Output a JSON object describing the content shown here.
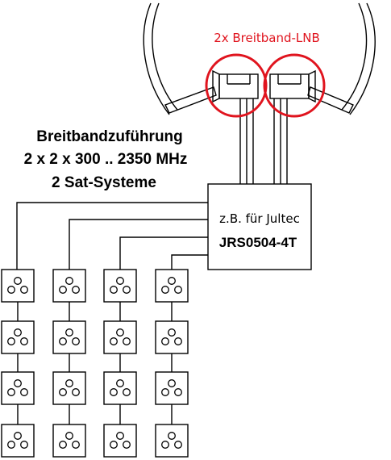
{
  "lnb_label": "2x Breitband-LNB",
  "feed_lines": [
    "Breitbandzuführung",
    "2 x 2 x 300 .. 2350 MHz",
    "2 Sat-Systeme"
  ],
  "multiswitch": {
    "note": "z.B. für Jultec",
    "model": "JRS0504-4T"
  },
  "outlet_grid": {
    "columns": 4,
    "rows": 4
  },
  "colors": {
    "line": "#000000",
    "highlight": "#e0141e",
    "background": "#ffffff"
  }
}
